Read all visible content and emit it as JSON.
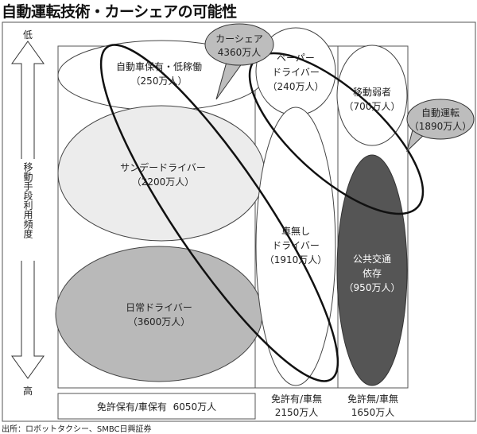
{
  "title": "自動運転技術・カーシェアの可能性",
  "source": "出所：ロボットタクシー、SMBC日興証券",
  "axis": {
    "low": "低",
    "high": "高",
    "label": "移動手段利用頻度"
  },
  "groups": {
    "low_use": {
      "name": "自動車保有・低稼働",
      "count": "（250万人）"
    },
    "sunday": {
      "name": "サンデードライバー",
      "count": "（2200万人）"
    },
    "daily": {
      "name": "日常ドライバー",
      "count": "（3600万人）"
    },
    "paper": {
      "name1": "ペーパー",
      "name2": "ドライバー",
      "count": "（240万人）"
    },
    "nocar": {
      "name1": "車無し",
      "name2": "ドライバー",
      "count": "（1910万人）"
    },
    "weak": {
      "name": "移動弱者",
      "count": "（700万人）"
    },
    "transit": {
      "name1": "公共交通",
      "name2": "依存",
      "count": "（950万人）"
    }
  },
  "callouts": {
    "carshare": {
      "name": "カーシェア",
      "count": "4360万人"
    },
    "autonomous": {
      "name": "自動運転",
      "count": "（1890万人）"
    }
  },
  "columns": {
    "owners": "免許保有/車保有  6050万人",
    "license_nocar": {
      "label": "免許有/車無",
      "count": "2150万人"
    },
    "nolicense_nocar": {
      "label": "免許無/車無",
      "count": "1650万人"
    }
  },
  "colors": {
    "sunday": "#ececec",
    "daily": "#b9b9b9",
    "transit": "#555555",
    "callout": "#bdbdbd"
  }
}
